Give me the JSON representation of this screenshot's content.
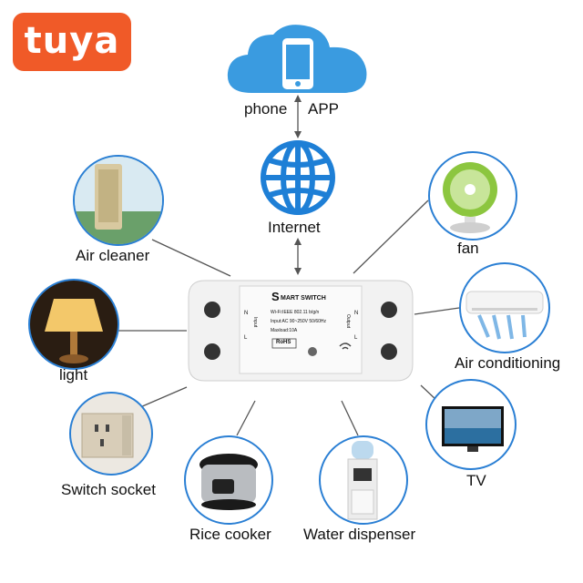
{
  "brand": {
    "logo_text": "tuya",
    "color": "#f05a28"
  },
  "cloud": {
    "label_left": "phone",
    "label_right": "APP",
    "color": "#3a9be0"
  },
  "internet": {
    "label": "Internet",
    "color": "#1e7fd6"
  },
  "devices": {
    "air_cleaner": "Air cleaner",
    "light": "light",
    "switch_socket": "Switch socket",
    "rice_cooker": "Rice cooker",
    "water_dispenser": "Water dispenser",
    "tv": "TV",
    "air_conditioning": "Air conditioning",
    "fan": "fan"
  },
  "smart_switch": {
    "brand_initial": "S",
    "title": "MART SWITCH",
    "wifi": "Wi-Fi:IEEE 802.11 b/g/n",
    "input": "Input:AC 90~250V 50/60Hz",
    "maxload": "Maxload:10A",
    "rohs": "RoHS",
    "in_label": "Input",
    "out_label": "Output",
    "n": "N",
    "l": "L"
  },
  "colors": {
    "accent": "#2a7fd4",
    "line": "#555555"
  }
}
